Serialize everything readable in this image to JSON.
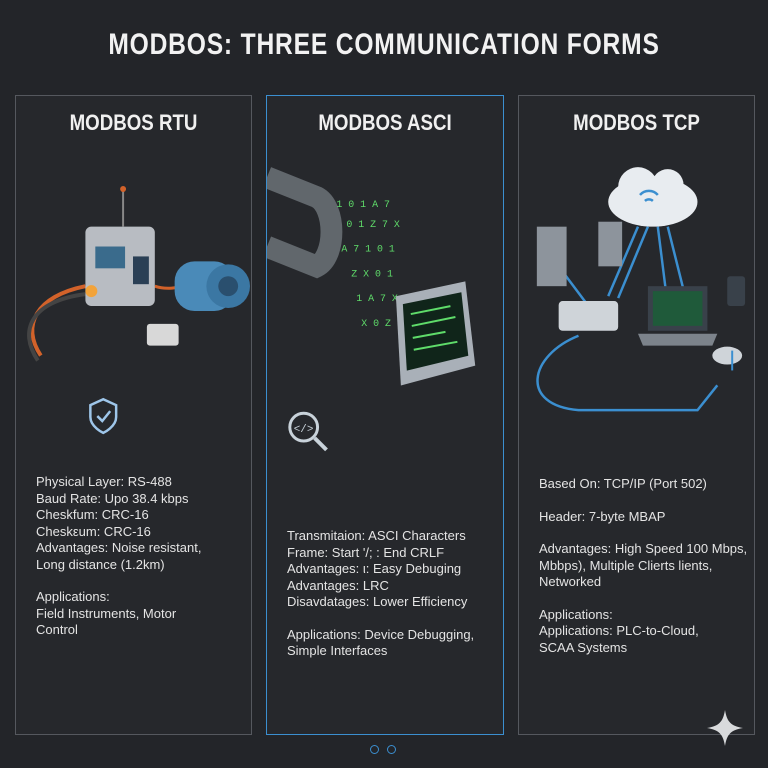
{
  "title": "MODBOS: THREE COMMUNICATION FORMS",
  "cards": [
    {
      "title": "MODBOS RTU",
      "lines": [
        "Physical Layer: RS-488",
        "Baud Rate: Upo 38.4 kbps",
        "Cheskfum: CRC-16",
        "Cheskεum: CRC-16",
        "Advantages: Noise resistant,",
        "Long distance (1.2km)"
      ],
      "applications": [
        "Applications:",
        "Field Instruments, Motor",
        "Control"
      ]
    },
    {
      "title": "MODBOS ASCI",
      "lines": [
        "Transmitaion: ASCI Characters",
        "Frame: Start '/; : End CRLF",
        "Advantages: ι: Easy Debuging",
        "Advantages: LRC",
        "Disavdatages: Lower Efficiency"
      ],
      "applications": [
        "Applications: Device Debugging,",
        "Simple Interfaces"
      ]
    },
    {
      "title": "MODBOS TCP",
      "lines": [
        "Based On: TCP/IP (Port 502)"
      ],
      "lines2": [
        "Header: 7-byte MBAP"
      ],
      "lines3": [
        "Advantages: High Speed 100 Mbps,",
        "Mbbps), Multiple Clierts lients,",
        "Networked"
      ],
      "applications": [
        "Applications:",
        "Applications: PLC-to-Cloud,",
        "SCAA Systems"
      ]
    }
  ],
  "colors": {
    "accent": "#3b8fd0",
    "background": "#232529",
    "border": "#55585e",
    "code_green": "#5fdc6a"
  }
}
